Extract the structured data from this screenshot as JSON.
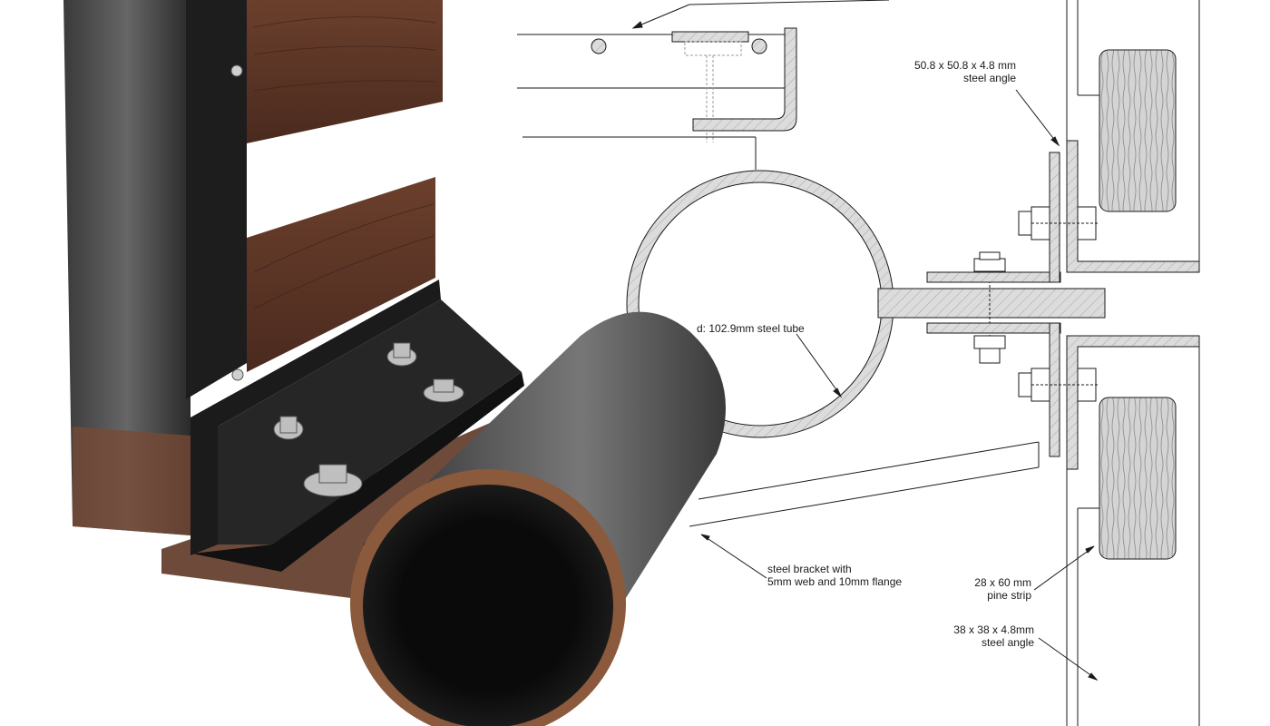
{
  "labels": {
    "angle_large": [
      "50.8 x 50.8 x 4.8 mm",
      "steel angle"
    ],
    "tube": "d: 102.9mm steel tube",
    "bracket": [
      "steel bracket with",
      "5mm web and 10mm flange"
    ],
    "pine_strip": [
      "28 x 60 mm",
      "pine strip"
    ],
    "angle_small": [
      "38 x 38 x 4.8mm",
      "steel angle"
    ]
  },
  "colors": {
    "steel_section": "#d9d9d9",
    "wood_section": "#d6d6d6",
    "line": "#1a1a1a",
    "photo_steel_dark": "#1c1c1c",
    "photo_rust": "#8b5a3c",
    "photo_wood": "#5a3425"
  }
}
